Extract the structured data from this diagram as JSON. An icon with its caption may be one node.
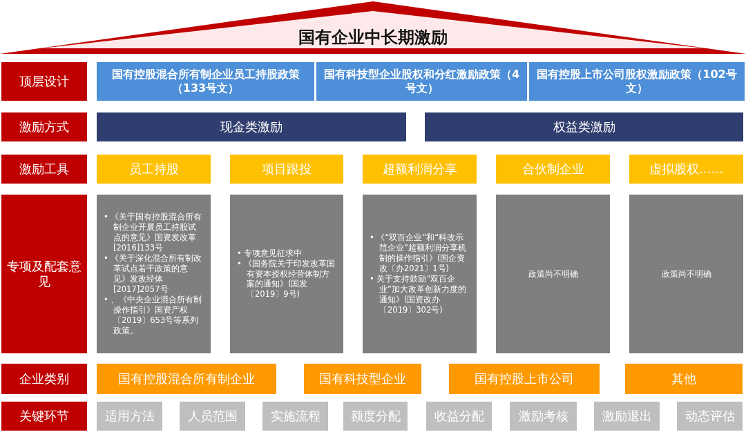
{
  "diagram": {
    "title": "国有企业中长期激励",
    "nodes": [
      {
        "text": [
          "顶层设计"
        ]
      },
      {
        "text": [
          "国有控股混合所有制企业员工持股政策（133号文）"
        ]
      },
      {
        "text": [
          "国有科技型企业股权和分红激励政策（4号文）"
        ]
      },
      {
        "text": [
          "国有控股上市公司股权激励政策（102号文）"
        ]
      },
      {
        "text": [
          "激励方式"
        ]
      },
      {
        "text": [
          "现金类激励"
        ]
      },
      {
        "text": [
          "权益类激励"
        ]
      },
      {
        "text": [
          "激励工具"
        ]
      },
      {
        "text": [
          "员工持股"
        ]
      },
      {
        "text": [
          "项目跟投"
        ]
      },
      {
        "text": [
          "超额利润分享"
        ]
      },
      {
        "text": [
          "合伙制企业"
        ]
      },
      {
        "text": [
          "虚拟股权……"
        ]
      },
      {
        "text": [
          "专项及配套意见"
        ]
      },
      {
        "text": [
          "• 《关于国有控股混合所有制企业开展员工持股试点的意见》国资发改革[2016]133号",
          "• 《关于深化混合所有制改革试点若干政策的意见》发改经体[2017]2057号",
          "• 、《中央企业混合所有制操作指引》国资产权〔2019〕653号等系列政策。"
        ]
      },
      {
        "text": [
          "• 专项意见征求中",
          "• 《国务院关于印发改革国有资本授权经营体制方案的通知》(国发〔2019〕9号)"
        ]
      },
      {
        "text": [
          "• 《“双百企业”和“科改示范企业”超额利润分享机制的操作指引》(国企资改〔办2021〕1号)",
          "• 关于支持鼓励“双百企业”加大改革创新力度的通知》(国资改办〔2019〕302号)"
        ]
      },
      {
        "text": [
          "政策尚不明确"
        ]
      },
      {
        "text": [
          "政策尚不明确"
        ]
      },
      {
        "text": [
          "企业类别"
        ]
      },
      {
        "text": [
          "国有控股混合所有制企业"
        ]
      },
      {
        "text": [
          "国有科技型企业"
        ]
      },
      {
        "text": [
          "国有控股上市公司"
        ]
      },
      {
        "text": [
          "其他"
        ]
      },
      {
        "text": [
          "关键环节"
        ]
      },
      {
        "text": [
          "适用方法"
        ]
      },
      {
        "text": [
          "人员范围"
        ]
      },
      {
        "text": [
          "实施流程"
        ]
      },
      {
        "text": [
          "额度分配"
        ]
      },
      {
        "text": [
          "收益分配"
        ]
      },
      {
        "text": [
          "激励考核"
        ]
      },
      {
        "text": [
          "激励退出"
        ]
      },
      {
        "text": [
          "动态评估"
        ]
      }
    ]
  }
}
